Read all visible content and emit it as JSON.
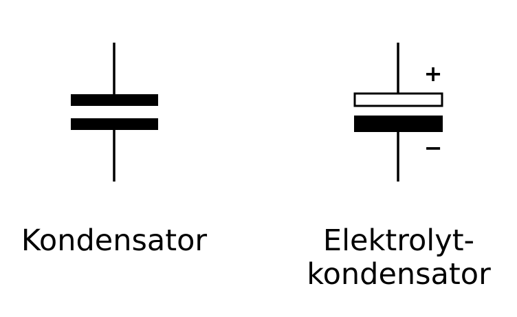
{
  "symbols": [
    {
      "label": "Kondensator"
    },
    {
      "label_lines": [
        "Elektrolyt-",
        "kondensator"
      ],
      "plus_sign": "+",
      "minus_sign": "−"
    }
  ],
  "colors": {
    "stroke": "#000000",
    "background": "#ffffff"
  }
}
